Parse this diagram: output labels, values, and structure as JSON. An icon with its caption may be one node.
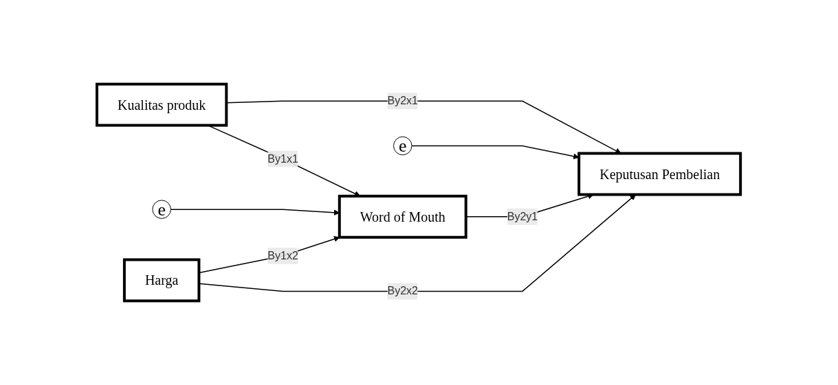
{
  "diagram": {
    "nodes": [
      {
        "text": [
          "Kualitas produk"
        ]
      },
      {
        "text": [
          "e"
        ]
      },
      {
        "text": [
          "e"
        ]
      },
      {
        "text": [
          "Word of Mouth"
        ]
      },
      {
        "text": [
          "Keputusan Pembelian"
        ]
      },
      {
        "text": [
          "Harga"
        ]
      }
    ],
    "edges": [
      {
        "from": 0,
        "to": 4,
        "arrow": "to",
        "label": "By2x1"
      },
      {
        "from": 0,
        "to": 3,
        "arrow": "to",
        "label": "By1x1"
      },
      {
        "from": 1,
        "to": 4,
        "arrow": "to"
      },
      {
        "from": 2,
        "to": 3,
        "arrow": "to"
      },
      {
        "from": 3,
        "to": 4,
        "arrow": "to",
        "label": "By2y1"
      },
      {
        "from": 5,
        "to": 3,
        "arrow": "to",
        "label": "By1x2"
      },
      {
        "from": 5,
        "to": 4,
        "arrow": "to",
        "label": "By2x2"
      }
    ]
  }
}
